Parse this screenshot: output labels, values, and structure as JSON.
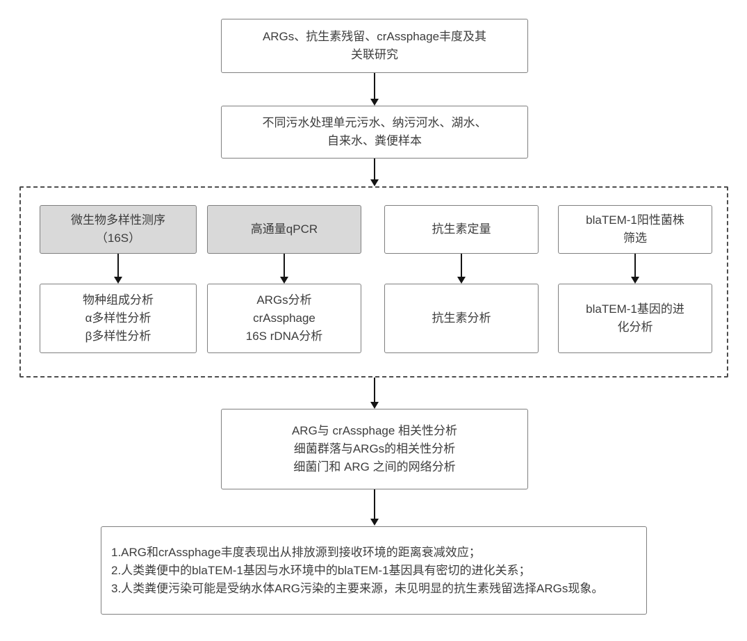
{
  "diagram": {
    "title_box": "ARGs、抗生素残留、crAssphage丰度及其\n关联研究",
    "samples_box": "不同污水处理单元污水、纳污河水、湖水、\n自来水、粪便样本",
    "methods": [
      {
        "name": "微生物多样性测序\n（16S）",
        "result": "物种组成分析\nα多样性分析\nβ多样性分析",
        "highlight": true
      },
      {
        "name": "高通量qPCR",
        "result": "ARGs分析\ncrAssphage\n16S rDNA分析",
        "highlight": true
      },
      {
        "name": "抗生素定量",
        "result": "抗生素分析",
        "highlight": false
      },
      {
        "name": "blaTEM-1阳性菌株\n筛选",
        "result": "blaTEM-1基因的进\n化分析",
        "highlight": false
      }
    ],
    "analysis_box": "ARG与 crAssphage 相关性分析\n细菌群落与ARGs的相关性分析\n细菌门和 ARG 之间的网络分析",
    "conclusions_box": "1.ARG和crAssphage丰度表现出从排放源到接收环境的距离衰减效应；\n2.人类粪便中的blaTEM-1基因与水环境中的blaTEM-1基因具有密切的进化关系；\n3.人类粪便污染可能是受纳水体ARG污染的主要来源，未见明显的抗生素残留选择ARGs现象。",
    "colors": {
      "highlight_fill": "#d9d9d9",
      "box_border": "#7f7f7f",
      "arrow": "#141414"
    }
  }
}
